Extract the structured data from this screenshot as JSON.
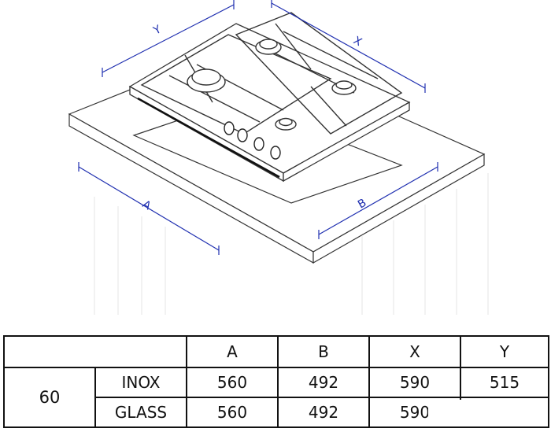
{
  "diagram": {
    "dimension_labels": {
      "y": "Y",
      "x": "X",
      "a": "A",
      "b": "B"
    }
  },
  "table": {
    "headers": [
      "",
      "A",
      "B",
      "X",
      "Y"
    ],
    "size": "60",
    "rows": [
      {
        "variant": "INOX",
        "a": "560",
        "b": "492",
        "x": "590",
        "y": "515"
      },
      {
        "variant": "GLASS",
        "a": "560",
        "b": "492",
        "x": "590",
        "y": ""
      }
    ]
  },
  "colors": {
    "dimension_line": "#1f2fb0",
    "outline": "#333333"
  }
}
